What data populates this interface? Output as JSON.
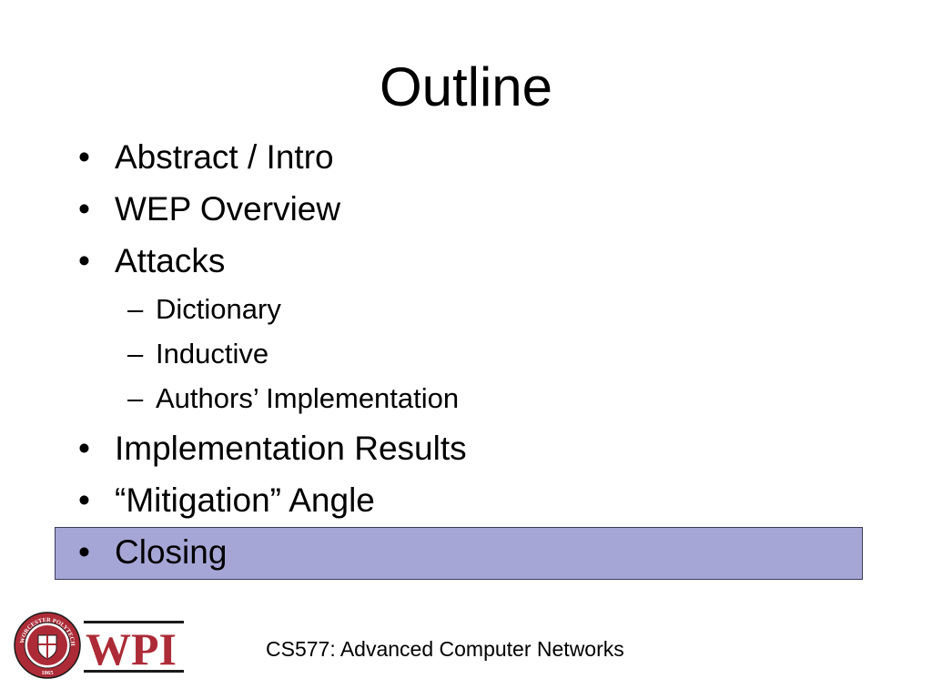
{
  "slide": {
    "title": "Outline",
    "bullets": [
      {
        "marker": "•",
        "text": "Abstract / Intro"
      },
      {
        "marker": "•",
        "text": "WEP Overview"
      },
      {
        "marker": "•",
        "text": "Attacks"
      },
      {
        "marker": "–",
        "text": "Dictionary"
      },
      {
        "marker": "–",
        "text": "Inductive"
      },
      {
        "marker": "–",
        "text": "Authors’ Implementation"
      },
      {
        "marker": "•",
        "text": "Implementation Results"
      },
      {
        "marker": "•",
        "text": "“Mitigation” Angle"
      },
      {
        "marker": "•",
        "text": "Closing"
      }
    ],
    "footer": "CS577: Advanced Computer Networks"
  },
  "logo": {
    "text": "WPI",
    "seal_text": "WORCESTER POLYTECHNIC INSTITUTE 1865",
    "colors": {
      "primary": "#ac2b37",
      "dark": "#1a1a1a"
    }
  },
  "colors": {
    "highlight_fill": "#a6a6d6",
    "highlight_border": "#3a3a5a"
  }
}
